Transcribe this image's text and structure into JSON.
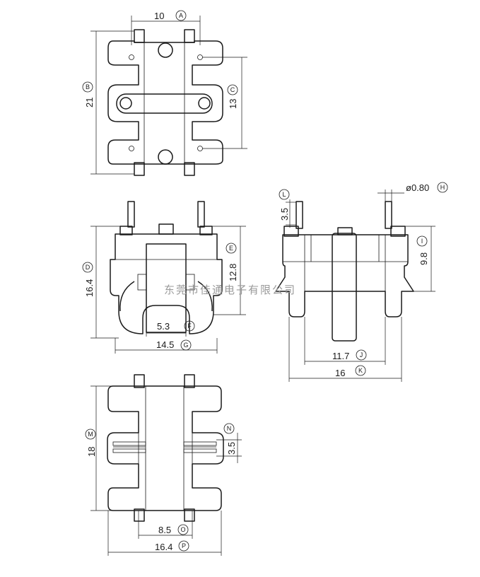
{
  "dimensions": {
    "top_view": [
      {
        "id": "A",
        "value": "10"
      },
      {
        "id": "B",
        "value": "21"
      },
      {
        "id": "C",
        "value": "13"
      }
    ],
    "front_view": [
      {
        "id": "D",
        "value": "16.4"
      },
      {
        "id": "E",
        "value": "12.8"
      },
      {
        "id": "F",
        "value": "5.3"
      },
      {
        "id": "G",
        "value": "14.5"
      }
    ],
    "side_view": [
      {
        "id": "H",
        "value": "ø0.80"
      },
      {
        "id": "I",
        "value": "9.8"
      },
      {
        "id": "J",
        "value": "11.7"
      },
      {
        "id": "K",
        "value": "16"
      },
      {
        "id": "L",
        "value": "3.5"
      }
    ],
    "bottom_view": [
      {
        "id": "M",
        "value": "18"
      },
      {
        "id": "N",
        "value": "3.5"
      },
      {
        "id": "O",
        "value": "8.5"
      },
      {
        "id": "P",
        "value": "16.4"
      }
    ]
  },
  "watermark": "东莞市佳通电子有限公司"
}
